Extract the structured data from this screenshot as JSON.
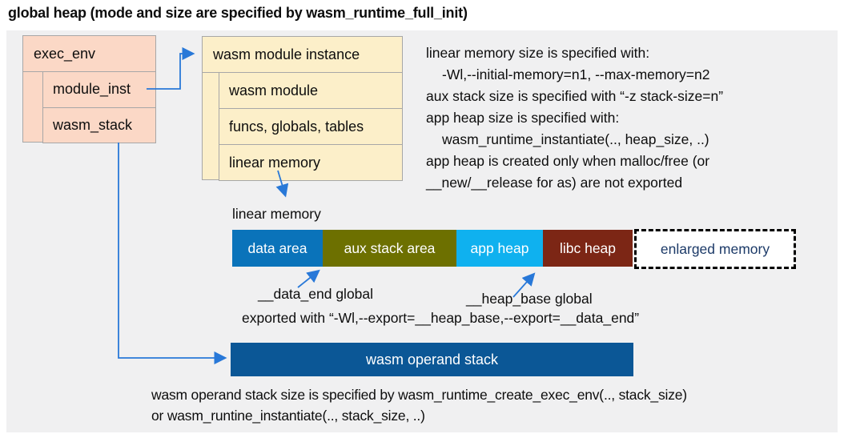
{
  "title": "global heap (mode and size are specified by wasm_runtime_full_init)",
  "exec_env": {
    "title": "exec_env",
    "rows": [
      "module_inst",
      "wasm_stack"
    ]
  },
  "module_instance": {
    "title": "wasm module instance",
    "rows": [
      "wasm module",
      "funcs, globals, tables",
      "linear memory"
    ]
  },
  "notes_right": {
    "lines": [
      {
        "text": "linear memory size is specified with:"
      },
      {
        "text": "-Wl,--initial-memory=n1, --max-memory=n2"
      },
      {
        "text": "aux stack size is specified with “-z stack-size=n”"
      },
      {
        "text": "app heap size is specified with:"
      },
      {
        "text": "wasm_runtime_instantiate(.., heap_size, ..)"
      },
      {
        "text": "app heap is created only when malloc/free (or"
      },
      {
        "text": "__new/__release for as) are not exported"
      }
    ]
  },
  "linear_memory": {
    "label": "linear memory",
    "segments": [
      {
        "label": "data area",
        "color": "#0a73ba"
      },
      {
        "label": "aux stack area",
        "color": "#6d7000"
      },
      {
        "label": "app heap",
        "color": "#0fb1ef"
      },
      {
        "label": "libc heap",
        "color": "#7c2615"
      },
      {
        "label": "enlarged memory",
        "color": "#ffffff",
        "text_color": "#1c3a68",
        "border": "dashed"
      }
    ]
  },
  "annotations": {
    "data_end": "__data_end global",
    "heap_base": "__heap_base global",
    "exported": "exported with “-Wl,--export=__heap_base,--export=__data_end”"
  },
  "operand_stack": {
    "label": "wasm operand stack",
    "notes": [
      "wasm operand stack size is specified by wasm_runtime_create_exec_env(.., stack_size)",
      "or wasm_runtine_instantiate(.., stack_size, ..)"
    ]
  },
  "colors": {
    "panel_bg": "#f0f0f1",
    "exec_env_fill": "#fbd8c6",
    "module_instance_fill": "#fcefc9",
    "box_border": "#a7a7a7",
    "arrow": "#2878d8",
    "operand_stack_fill": "#0b5796"
  }
}
